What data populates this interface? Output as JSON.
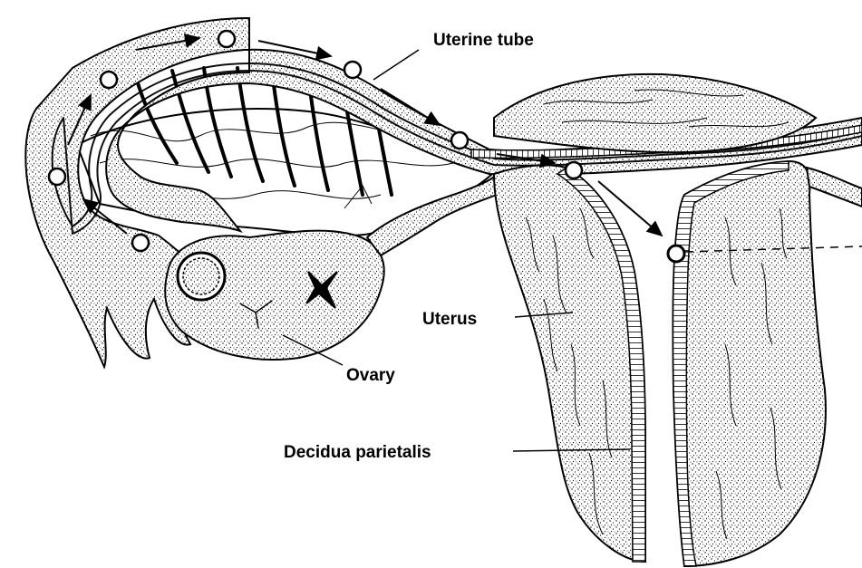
{
  "labels": {
    "uterine_tube": "Uterine tube",
    "uterus": "Uterus",
    "ovary": "Ovary",
    "decidua_parietalis": "Decidua parietalis"
  },
  "colors": {
    "ink": "#000000",
    "background": "#ffffff"
  }
}
